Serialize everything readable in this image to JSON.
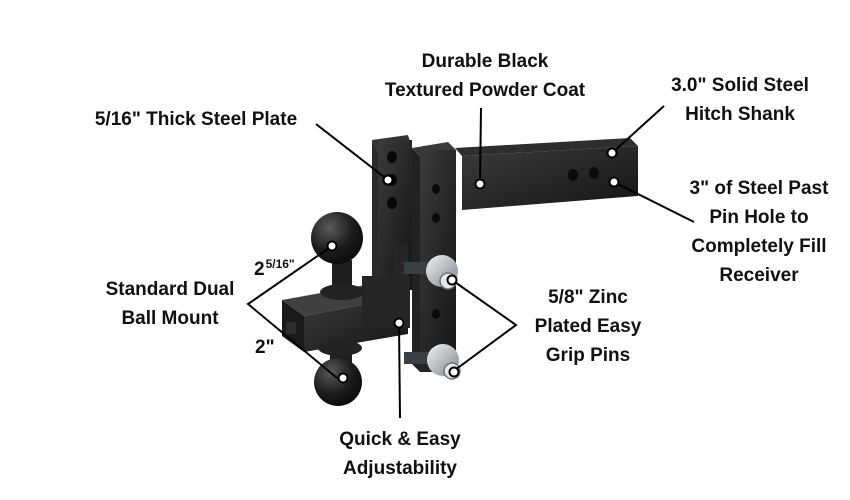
{
  "callouts": {
    "powder_coat": [
      "Durable Black",
      "Textured Powder Coat"
    ],
    "steel_plate": [
      "5/16\" Thick Steel Plate"
    ],
    "hitch_shank": [
      "3.0\" Solid Steel",
      "Hitch Shank"
    ],
    "steel_past_pin": [
      "3\" of Steel Past",
      "Pin Hole to",
      "Completely Fill",
      "Receiver"
    ],
    "dual_ball": [
      "Standard Dual",
      "Ball Mount"
    ],
    "zinc_pins": [
      "5/8\" Zinc",
      "Plated Easy",
      "Grip Pins"
    ],
    "adjustability": [
      "Quick & Easy",
      "Adjustability"
    ]
  },
  "ball_sizes": {
    "top_whole": "2",
    "top_fraction": "5/16\"",
    "bottom": "2\""
  },
  "colors": {
    "steel": "#1e1e1e",
    "steel_highlight": "#3a3a3a",
    "zinc": "#c9cdd0",
    "callout_line": "#000000",
    "dot": "#ffffff"
  }
}
